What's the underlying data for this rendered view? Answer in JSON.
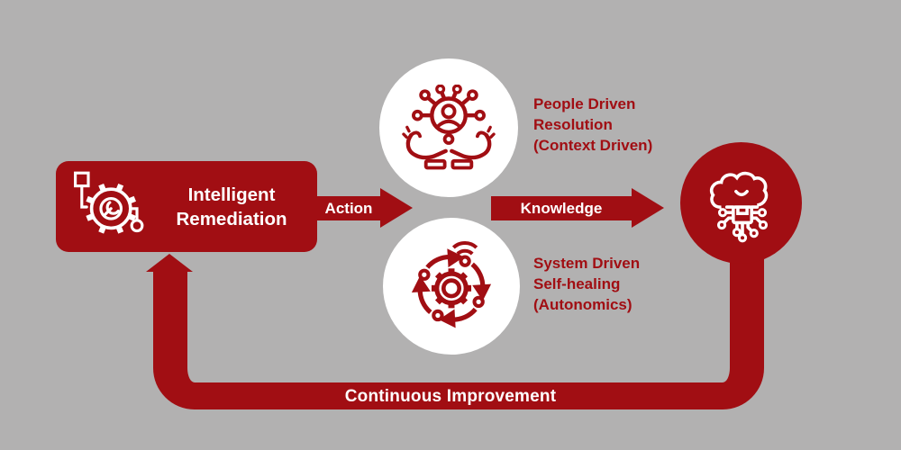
{
  "colors": {
    "background": "#b2b1b1",
    "accent_red": "#a10e13",
    "white": "#ffffff"
  },
  "remediation_box": {
    "title_line1": "Intelligent",
    "title_line2": "Remediation",
    "icon": "gear-wrench-circuit-icon"
  },
  "arrows": {
    "action_label": "Action",
    "knowledge_label": "Knowledge"
  },
  "people_node": {
    "icon": "hands-person-network-icon",
    "label_line1": "People Driven",
    "label_line2": "Resolution",
    "label_line3": "(Context Driven)"
  },
  "system_node": {
    "icon": "gear-cycle-wifi-icon",
    "label_line1": "System Driven",
    "label_line2": "Self-healing",
    "label_line3": "(Autonomics)"
  },
  "ai_node": {
    "icon": "brain-chip-circuit-icon"
  },
  "feedback_loop": {
    "label": "Continuous Improvement"
  }
}
